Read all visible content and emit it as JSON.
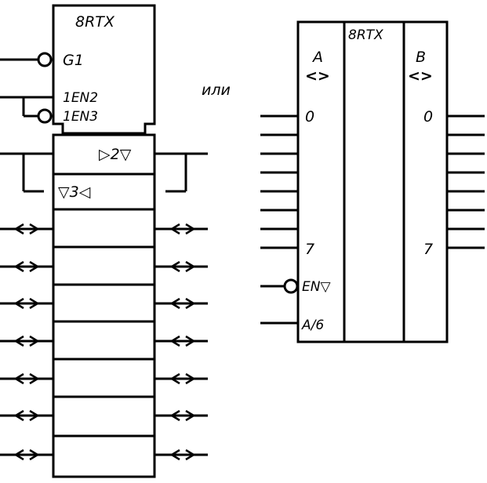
{
  "left_symbol": {
    "title": "8RTX",
    "inputs": [
      {
        "label": "G1",
        "inverted": true
      },
      {
        "label": "1EN2",
        "inverted": false
      },
      {
        "label": "1EN3",
        "inverted": true
      }
    ],
    "direction_upper": "▷2▽",
    "direction_lower": "▽3◁",
    "bidirectional_lines": 7
  },
  "separator_text": "или",
  "right_symbol": {
    "title": "8RTX",
    "port_a": {
      "name": "A",
      "arrows": "<>"
    },
    "port_b": {
      "name": "B",
      "arrows": "<>"
    },
    "a_first": "0",
    "a_last": "7",
    "b_first": "0",
    "b_last": "7",
    "enable_label": "EN▽",
    "select_label": "A/6",
    "data_lines": 8
  },
  "colors": {
    "ink": "#000000",
    "paper": "#ffffff"
  }
}
